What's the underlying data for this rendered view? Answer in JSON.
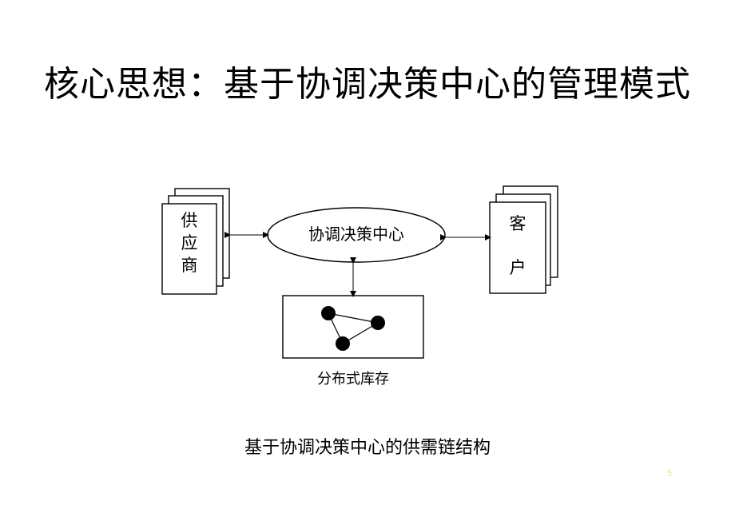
{
  "slide": {
    "title": "核心思想：基于协调决策中心的管理模式",
    "caption": "基于协调决策中心的供需链结构",
    "page_number": "5"
  },
  "diagram": {
    "supplier_label": "供\n应\n商",
    "center_label": "协调决策中心",
    "customer_label_line1": "客",
    "customer_label_line2": "户",
    "inventory_label": "分布式库存"
  }
}
